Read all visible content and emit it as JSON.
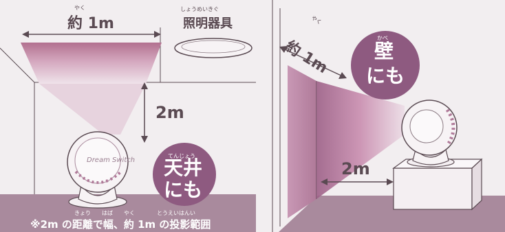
{
  "left_panel": {
    "width_label": "約 1m",
    "width_label_ruby": "やく",
    "light_label": "照明器具",
    "light_label_ruby": "しょうめいきぐ",
    "distance_label": "2m",
    "badge_line1": "天井",
    "badge_line1_ruby": "てんじょう",
    "badge_line2": "にも",
    "footnote": "※2m の距離で幅、約 1m の投影範囲",
    "footnote_ruby": "きょり　　はば　　やく　　　　とうえいはんい",
    "device_logo": "Dream Switch"
  },
  "right_panel": {
    "width_label": "約 1m",
    "width_label_ruby": "やく",
    "distance_label": "2m",
    "badge_line1": "壁",
    "badge_line1_ruby": "かべ",
    "badge_line2": "にも"
  },
  "colors": {
    "paper": "#f2eef0",
    "floor": "#a98a9d",
    "badge": "#8e5a80",
    "beam_top": "#b2708f",
    "beam_mid": "#d4a7be",
    "ink": "#5a4a52"
  }
}
